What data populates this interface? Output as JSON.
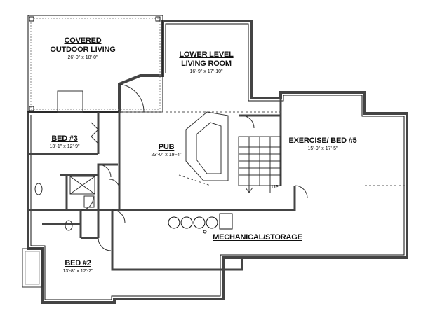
{
  "rooms": [
    {
      "name": "COVERED OUTDOOR LIVING",
      "line1": "COVERED",
      "line2": "OUTDOOR LIVING",
      "dims": "26'-0\" x 18'-0\""
    },
    {
      "name": "LOWER LEVEL LIVING ROOM",
      "line1": "LOWER LEVEL",
      "line2": "LIVING ROOM",
      "dims": "16'-9\" x 17'-10\""
    },
    {
      "name": "BED #3",
      "line1": "BED #3",
      "dims": "13'-1\" x 12'-9\""
    },
    {
      "name": "PUB",
      "line1": "PUB",
      "dims": "23'-0\" x 19'-4\""
    },
    {
      "name": "EXERCISE/ BED #5",
      "line1": "EXERCISE/ BED #5",
      "dims": "15'-9\" x 17'-5\""
    },
    {
      "name": "BED #2",
      "line1": "BED #2",
      "dims": "13'-8\" x 12'-2\""
    },
    {
      "name": "MECHANICAL/STORAGE",
      "line1": "MECHANICAL/STORAGE"
    }
  ],
  "stairs": {
    "label": "UP"
  },
  "colors": {
    "wall": "#555555",
    "line": "#111111"
  }
}
